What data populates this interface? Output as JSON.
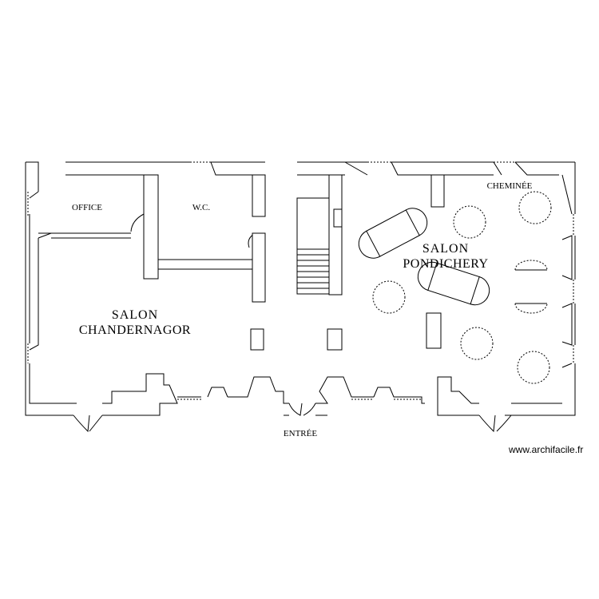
{
  "plan": {
    "rooms": {
      "office": "OFFICE",
      "wc": "W.C.",
      "salon_chandernagor_line1": "SALON",
      "salon_chandernagor_line2": "CHANDERNAGOR",
      "salon_pondichery_line1": "SALON",
      "salon_pondichery_line2": "PONDICHERY",
      "cheminee": "CHEMINÉE",
      "entree": "ENTRÉE"
    }
  },
  "watermark": "www.archifacile.fr",
  "colors": {
    "line": "#000000",
    "background": "#ffffff"
  }
}
